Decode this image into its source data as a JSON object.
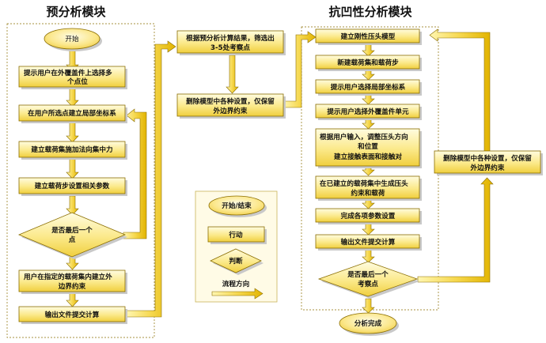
{
  "titles": {
    "pre": "预分析模块",
    "main": "抗凹性分析模块"
  },
  "left": {
    "start": "开始",
    "s1": [
      "提示用户在外覆盖件上选择多",
      "个点位"
    ],
    "s2": "在用户所选点建立局部坐标系",
    "s3": "建立载荷集施加法向集中力",
    "s4": "建立载荷步设置相关参数",
    "d1": [
      "是否最后一个",
      "点"
    ],
    "s5": [
      "用户在指定的载荷集内建立外",
      "边界约束"
    ],
    "s6": "输出文件提交计算"
  },
  "middle": {
    "m1": [
      "根据预分析计算结果，筛选出",
      "3-5处考察点"
    ],
    "m2": [
      "删除模型中各种设置，仅保留",
      "外边界约束"
    ]
  },
  "right": {
    "r1": "建立刚性压头模型",
    "r2": "新建载荷集和载荷步",
    "r3": "提示用户选择局部坐标系",
    "r4": "提示用户选择外覆盖件单元",
    "r5": [
      "根据用户输入，调整压头方向",
      "和位置",
      "建立接触表面和接触对"
    ],
    "r6": [
      "在已建立的载荷集中生成压头",
      "约束和载荷"
    ],
    "r7": "完成各项参数设置",
    "r8": "输出文件提交计算",
    "d2": [
      "是否最后一个",
      "考察点"
    ],
    "end": "分析完成",
    "side": [
      "删除模型中各种设置，仅保留",
      "外边界约束"
    ]
  },
  "legend": {
    "terminal": "开始/结束",
    "action": "行动",
    "decision": "判断",
    "flow": "流程方向"
  },
  "colors": {
    "box_light": "#fff9c8",
    "box_dark": "#f2d247",
    "arrow_light": "#fff3a0",
    "arrow_dark": "#e6b800",
    "border": "#8a6d00"
  }
}
